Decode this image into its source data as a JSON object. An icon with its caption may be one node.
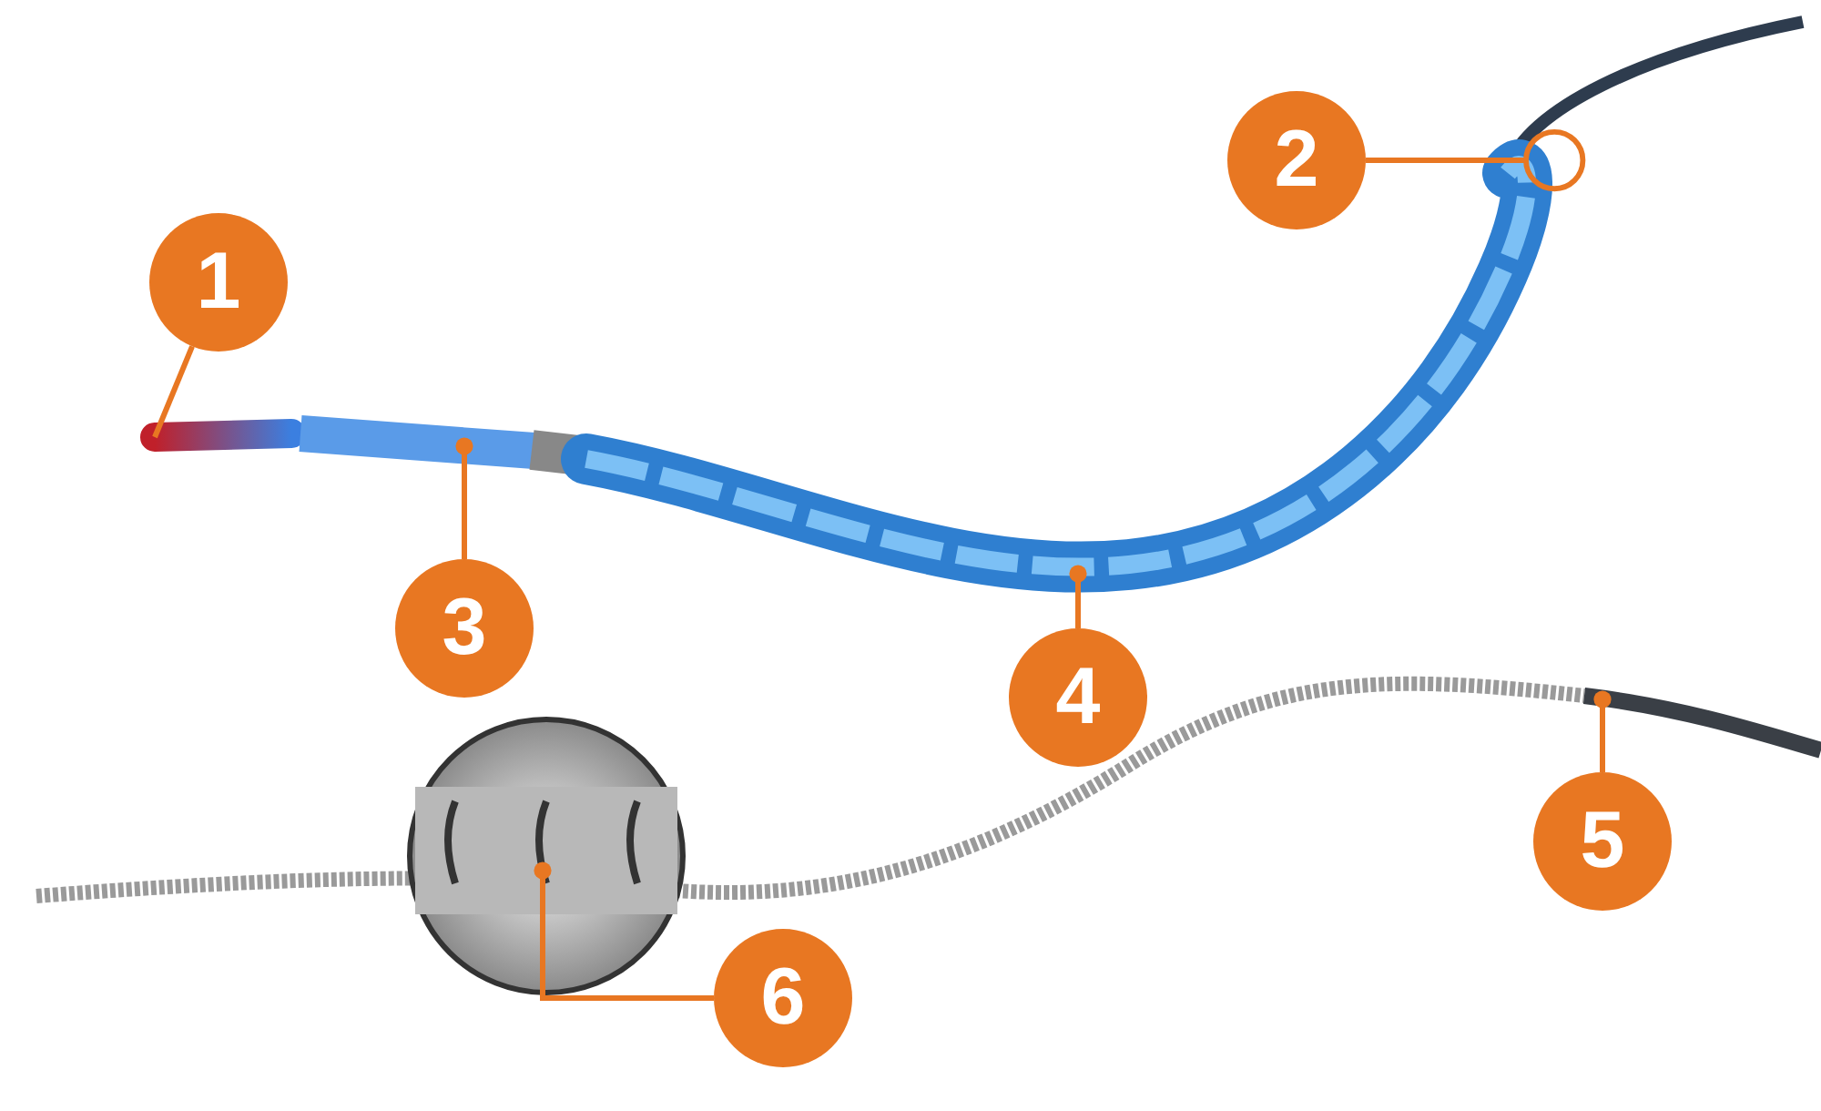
{
  "diagram": {
    "nodes": [
      {
        "text": [
          "1"
        ]
      },
      {
        "text": [
          "2"
        ]
      },
      {
        "text": [
          "3"
        ]
      },
      {
        "text": [
          "4"
        ]
      },
      {
        "text": [
          "5"
        ]
      },
      {
        "text": [
          "6"
        ]
      },
      {
        "text": [],
        "shape": "picture"
      },
      {
        "text": [],
        "shape": "picture"
      },
      {
        "text": [],
        "shape": "picture"
      },
      {
        "text": [],
        "shape": "picture"
      },
      {
        "text": [],
        "shape": "picture"
      },
      {
        "text": [],
        "shape": "picture"
      }
    ],
    "edges": [
      {
        "from": 0,
        "to": 6,
        "arrow": "none"
      },
      {
        "from": 1,
        "to": 7,
        "arrow": "other"
      },
      {
        "from": 2,
        "to": 8,
        "arrow": "other"
      },
      {
        "from": 3,
        "to": 9,
        "arrow": "other"
      },
      {
        "from": 4,
        "to": 10,
        "arrow": "other"
      },
      {
        "from": 5,
        "to": 11,
        "arrow": "other"
      }
    ]
  }
}
